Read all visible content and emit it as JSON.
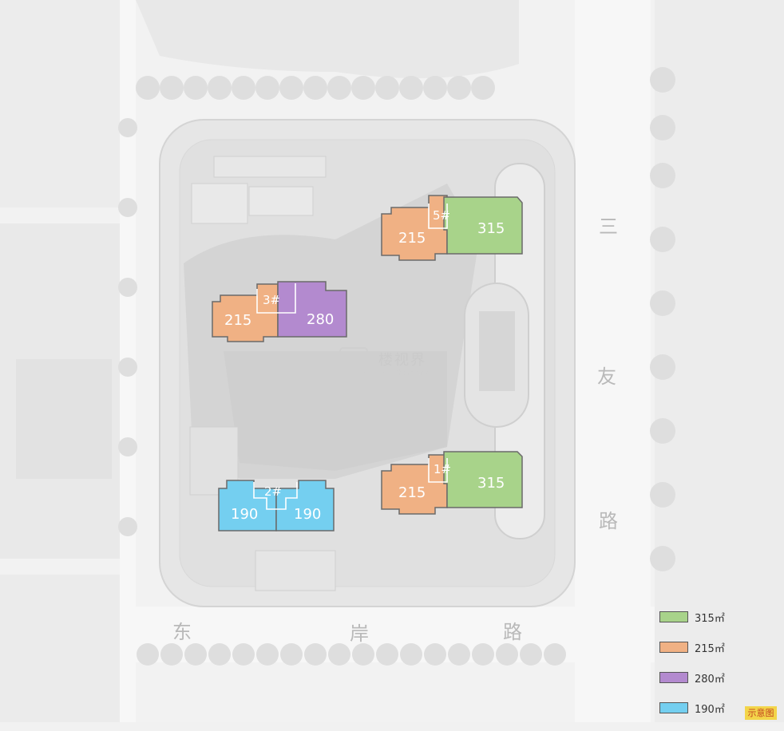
{
  "colors": {
    "c315": "#a8d38a",
    "c215": "#f0b184",
    "c280": "#b38acf",
    "c190": "#74cff0"
  },
  "buildings": {
    "b5": {
      "label": "5#",
      "left_unit": "215",
      "right_unit": "315"
    },
    "b3": {
      "label": "3#",
      "left_unit": "215",
      "right_unit": "280"
    },
    "b2": {
      "label": "2#",
      "left_unit": "190",
      "right_unit": "190"
    },
    "b1": {
      "label": "1#",
      "left_unit": "215",
      "right_unit": "315"
    }
  },
  "roads": {
    "east": [
      "三",
      "友",
      "路"
    ],
    "south": [
      "东",
      "岸",
      "路"
    ]
  },
  "watermark": {
    "title": "楼视界",
    "subtitle": "0577home.net"
  },
  "legend": [
    {
      "label": "315㎡",
      "color": "#a8d38a"
    },
    {
      "label": "215㎡",
      "color": "#f0b184"
    },
    {
      "label": "280㎡",
      "color": "#b38acf"
    },
    {
      "label": "190㎡",
      "color": "#74cff0"
    }
  ],
  "badge": "示意图"
}
